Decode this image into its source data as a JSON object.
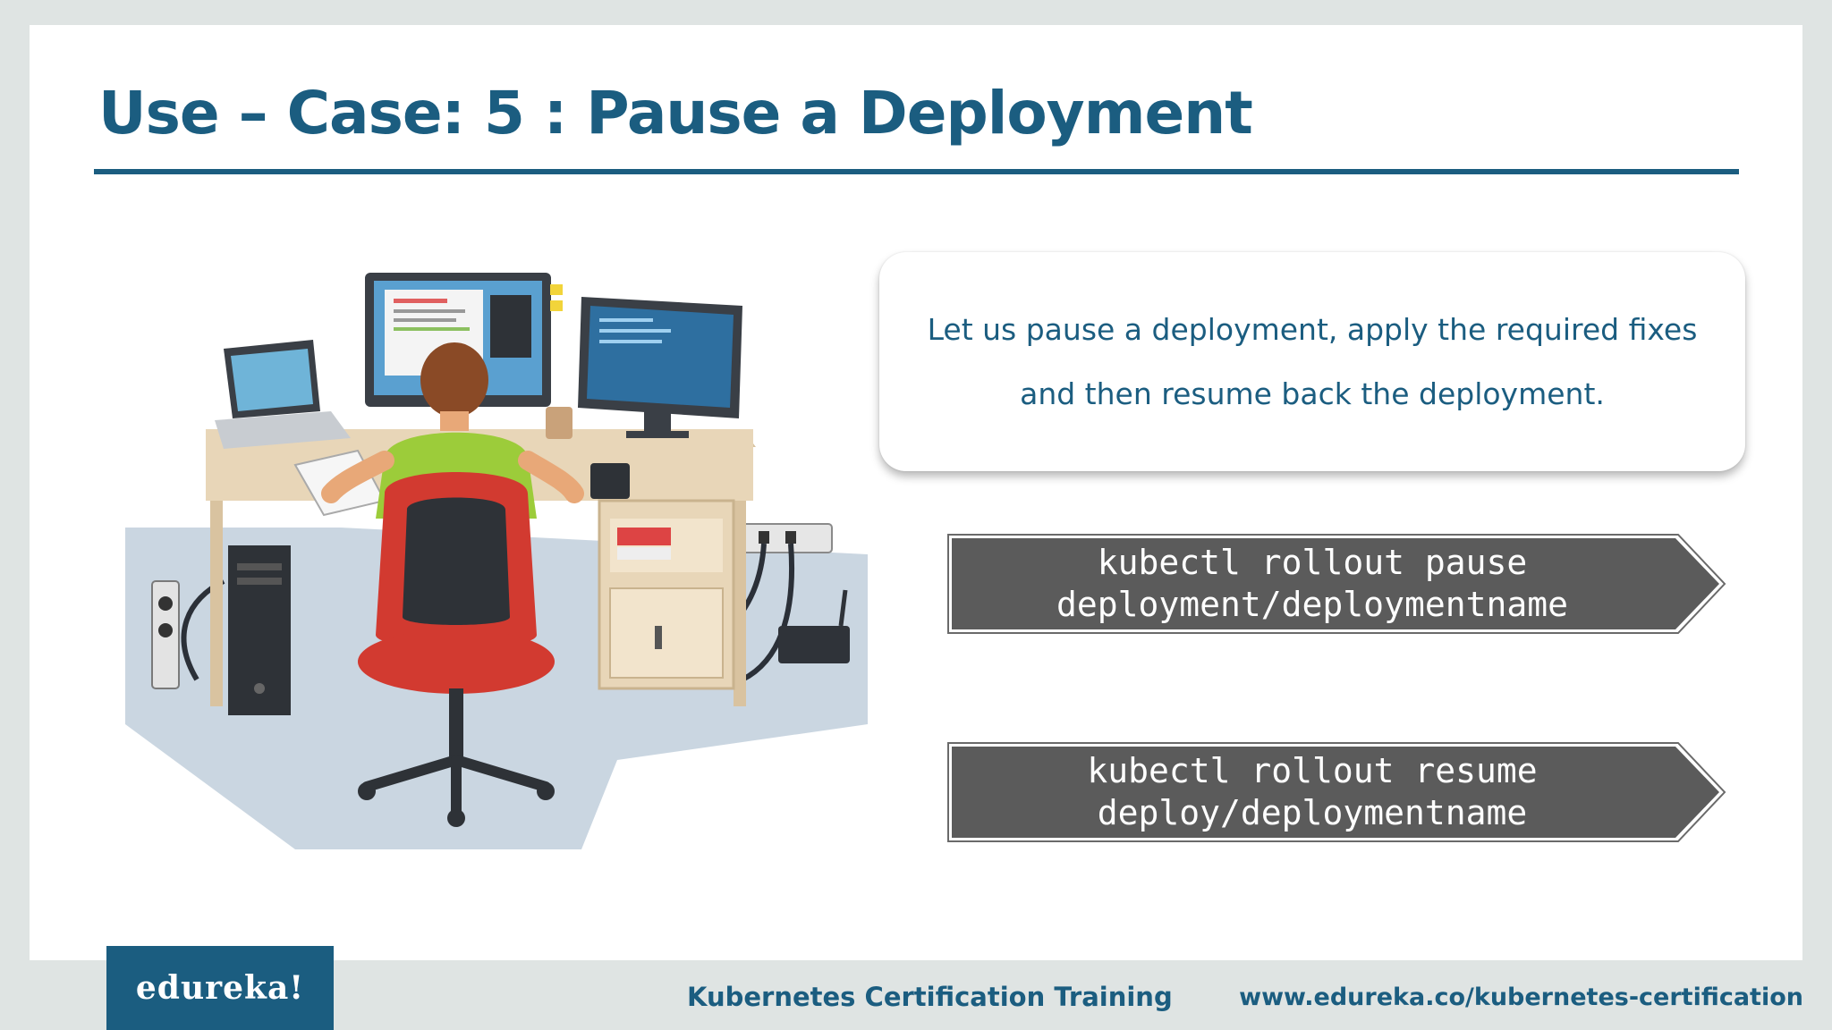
{
  "slide": {
    "title": "Use – Case: 5 : Pause a Deployment",
    "description_line1": "Let us pause a deployment, apply the required fixes",
    "description_line2": "and then resume back the deployment.",
    "commands": [
      {
        "line1": "kubectl rollout pause",
        "line2": "deployment/deploymentname"
      },
      {
        "line1": "kubectl rollout resume",
        "line2": "deploy/deploymentname"
      }
    ]
  },
  "footer": {
    "logo": "edureka!",
    "course": "Kubernetes Certification Training",
    "url": "www.edureka.co/kubernetes-certification"
  },
  "colors": {
    "brand": "#1b5d80",
    "command_fill": "#5b5b5b",
    "background": "#dfe4e3"
  },
  "illustration": "developer-at-desk-with-three-screens"
}
